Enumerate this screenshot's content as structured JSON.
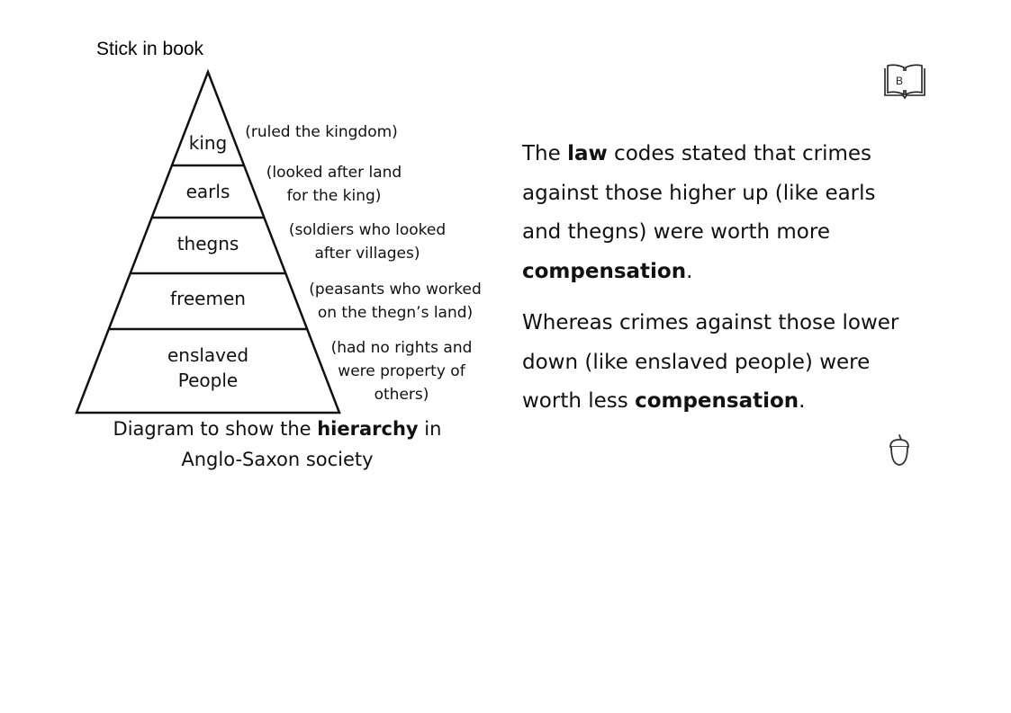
{
  "header": {
    "instruction": "Stick in book"
  },
  "diagram": {
    "tiers": [
      {
        "label": "king",
        "note": "(ruled the kingdom)"
      },
      {
        "label": "earls",
        "note": "(looked after land\nfor the king)"
      },
      {
        "label": "thegns",
        "note": "(soldiers who looked\nafter villages)"
      },
      {
        "label": "freemen",
        "note": "(peasants who worked\non the thegn’s land)"
      },
      {
        "label": "enslaved\nPeople",
        "note": "(had no rights and\nwere property of\nothers)"
      }
    ],
    "caption_pre": "Diagram to show the ",
    "caption_bold": "hierarchy",
    "caption_post": " in",
    "caption_line2": "Anglo-Saxon society"
  },
  "text": {
    "p1": [
      {
        "t": "The ",
        "b": false
      },
      {
        "t": "law",
        "b": true
      },
      {
        "t": " codes stated that crimes against those higher up (like earls and thegns) were worth more ",
        "b": false
      },
      {
        "t": "compensation",
        "b": true
      },
      {
        "t": ".",
        "b": false
      }
    ],
    "p2": [
      {
        "t": "Whereas crimes against those lower down (like enslaved people) were worth less ",
        "b": false
      },
      {
        "t": "compensation",
        "b": true
      },
      {
        "t": ".",
        "b": false
      }
    ]
  },
  "icons": {
    "book": "book-icon",
    "book_letter": "B",
    "acorn": "acorn-icon"
  }
}
